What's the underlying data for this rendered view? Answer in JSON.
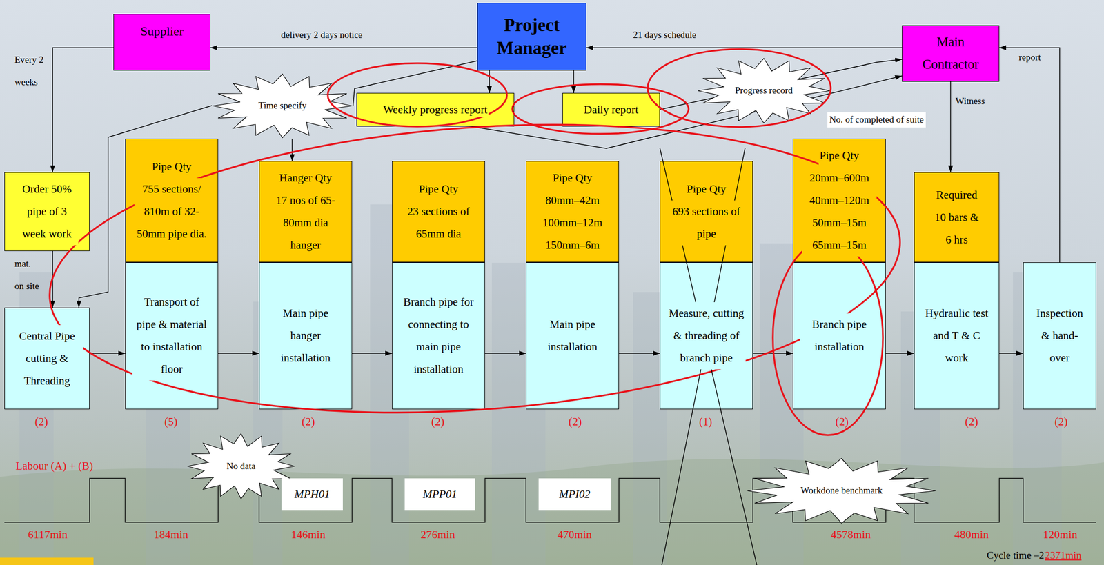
{
  "diagram": {
    "nodes": [
      {
        "text": [
          "Supplier"
        ]
      },
      {
        "text": [
          "Project Manager"
        ]
      },
      {
        "text": [
          "Main Contractor"
        ]
      },
      {
        "text": [
          "Time specify"
        ]
      },
      {
        "text": [
          "Weekly progress report"
        ]
      },
      {
        "text": [
          "Daily report"
        ]
      },
      {
        "text": [
          "Progress record"
        ]
      },
      {
        "text": [
          "Order 50% pipe of 3 week work"
        ]
      },
      {
        "text": [
          "Central Pipe cutting & Threading"
        ]
      },
      {
        "text": [
          "Pipe Qty",
          "755 sections/ 810m of 32-50mm pipe dia."
        ]
      },
      {
        "text": [
          "Transport of pipe & material to installation floor"
        ]
      },
      {
        "text": [
          "Hanger Qty",
          "17 nos of 65-80mm dia hanger"
        ]
      },
      {
        "text": [
          "Main pipe hanger installation"
        ]
      },
      {
        "text": [
          "Pipe Qty",
          "23 sections of 65mm dia"
        ]
      },
      {
        "text": [
          "Branch pipe for connecting to main pipe installation"
        ]
      },
      {
        "text": [
          "Pipe Qty",
          "80mm–42m 100mm–12m 150mm–6m"
        ]
      },
      {
        "text": [
          "Main pipe installation"
        ]
      },
      {
        "text": [
          "Pipe Qty",
          "693 sections of pipe"
        ]
      },
      {
        "text": [
          "Measure, cutting & threading of branch pipe"
        ]
      },
      {
        "text": [
          "Pipe Qty",
          "20mm–600m 40mm–120m 50mm–15m 65mm–15m"
        ]
      },
      {
        "text": [
          "Branch pipe installation"
        ]
      },
      {
        "text": [
          "Required",
          "10 bars & 6 hrs"
        ]
      },
      {
        "text": [
          "Hydraulic test and T & C work"
        ]
      },
      {
        "text": [
          "Inspection & hand-over"
        ]
      },
      {
        "text": [
          "No data"
        ]
      },
      {
        "text": [
          "MPH01"
        ]
      },
      {
        "text": [
          "MPP01"
        ]
      },
      {
        "text": [
          "MPI02"
        ]
      },
      {
        "text": [
          "Workdone benchmark"
        ]
      }
    ],
    "edges": [
      {
        "from": 1,
        "to": 0,
        "arrow": "to",
        "label": "delivery 2 days notice"
      },
      {
        "from": 2,
        "to": 1,
        "arrow": "to",
        "label": "21 days schedule"
      },
      {
        "from": 0,
        "to": 7,
        "arrow": "to",
        "label": "Every 2 weeks"
      },
      {
        "from": 7,
        "to": 8,
        "arrow": "to",
        "label": "mat. on site"
      },
      {
        "from": 3,
        "to": 8,
        "arrow": "to"
      },
      {
        "from": 3,
        "to": 11,
        "arrow": "to"
      },
      {
        "from": 1,
        "to": 3,
        "arrow": "none"
      },
      {
        "from": 1,
        "to": 4,
        "arrow": "to"
      },
      {
        "from": 1,
        "to": 5,
        "arrow": "to"
      },
      {
        "from": 4,
        "to": 2,
        "arrow": "to",
        "label": "No. of completed of suite"
      },
      {
        "from": 5,
        "to": 2,
        "arrow": "to"
      },
      {
        "from": 23,
        "to": 2,
        "arrow": "to",
        "label": "report"
      },
      {
        "from": 2,
        "to": 21,
        "arrow": "to",
        "label": "Witness"
      },
      {
        "from": 8,
        "to": 10,
        "arrow": "to"
      },
      {
        "from": 10,
        "to": 12,
        "arrow": "to"
      },
      {
        "from": 12,
        "to": 14,
        "arrow": "to"
      },
      {
        "from": 14,
        "to": 16,
        "arrow": "to"
      },
      {
        "from": 16,
        "to": 18,
        "arrow": "to"
      },
      {
        "from": 18,
        "to": 20,
        "arrow": "to"
      },
      {
        "from": 20,
        "to": 22,
        "arrow": "to"
      },
      {
        "from": 22,
        "to": 23,
        "arrow": "to"
      }
    ],
    "labels": [
      "(2)",
      "(5)",
      "(2)",
      "(2)",
      "(2)",
      "(1)",
      "(2)",
      "(2)",
      "(2)",
      "Labour (A) + (B)",
      "6117min",
      "184min",
      "146min",
      "276min",
      "470min",
      "4578min",
      "480min",
      "120min",
      "Cycle time –2",
      "2371min"
    ]
  }
}
